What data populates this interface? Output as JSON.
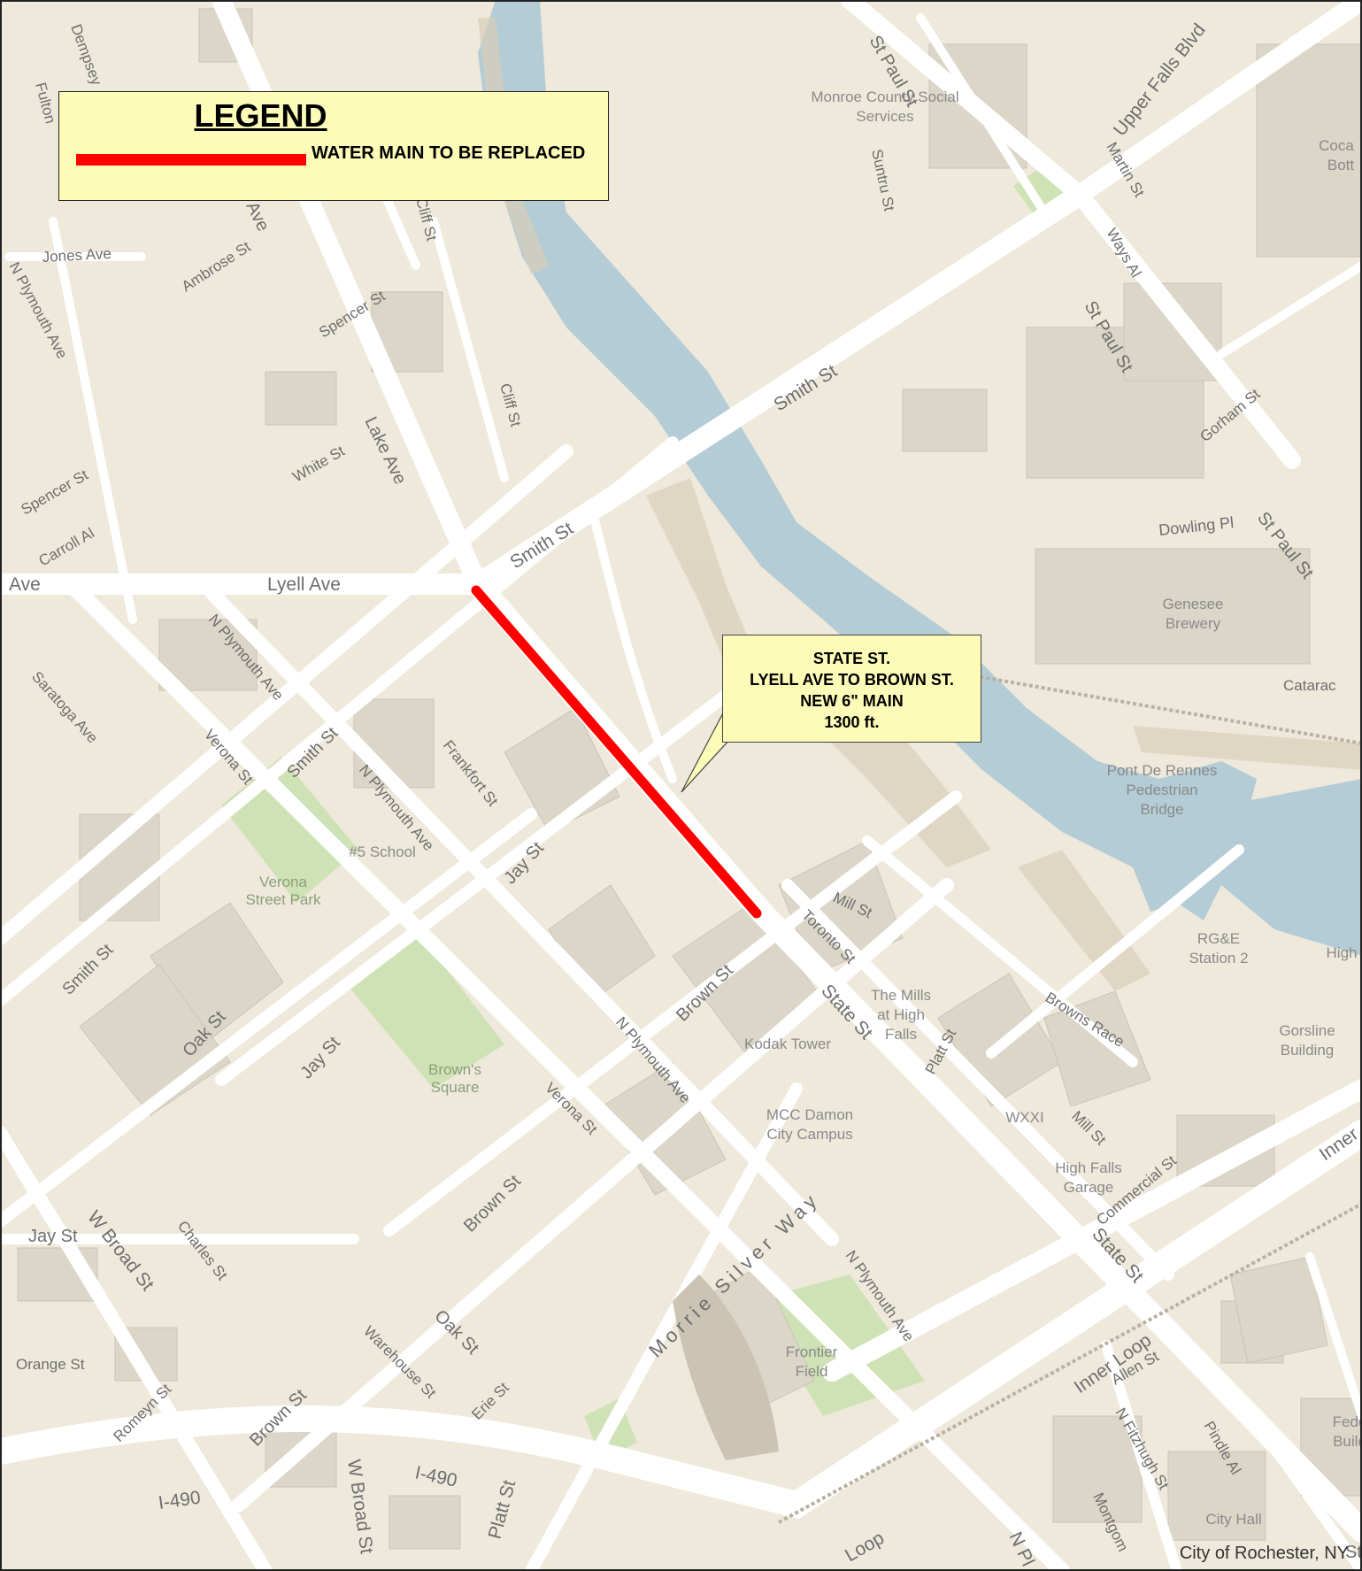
{
  "legend": {
    "title": "LEGEND",
    "item_label": "WATER MAIN TO BE REPLACED",
    "line_color": "#ff0000"
  },
  "callout": {
    "line1": "STATE ST.",
    "line2": "LYELL AVE TO BROWN ST.",
    "line3": "NEW 6\" MAIN",
    "line4": "1300 ft."
  },
  "credit": "City of Rochester, NY",
  "colors": {
    "land": "#efe9dc",
    "road": "#ffffff",
    "water": "#b3ccd6",
    "park": "#cfe2b6",
    "building": "#dcd6c9",
    "highlight": "#ff0000",
    "label_box": "#fdfbb8"
  },
  "streets": {
    "lyell": "Lyell Ave",
    "ave": "Ave",
    "smith1": "Smith St",
    "smith2": "Smith St",
    "smith3": "Smith St",
    "smith4": "Smith St",
    "lake": "Lake Ave",
    "lake2": "Ave",
    "upperfalls": "Upper Falls Blvd",
    "stpaul1": "St Paul St",
    "stpaul2": "St Paul St",
    "stpaul3": "St Paul St",
    "martin": "Martin St",
    "ways": "Ways Al",
    "gorham": "Gorham St",
    "dowling": "Dowling Pl",
    "suntru": "Suntru St",
    "cliff": "Cliff St",
    "cliff2": "Cliff St",
    "white": "White St",
    "spencer1": "Spencer St",
    "spencer2": "Spencer St",
    "ambrose": "Ambrose St",
    "jones": "Jones Ave",
    "nplymouth_top": "N Plymouth Ave",
    "nplymouth1": "N Plymouth Ave",
    "nplymouth2": "N Plymouth Ave",
    "nplymouth3": "N Plymouth Ave",
    "nplymouth4": "N Plymouth Ave",
    "carroll": "Carroll Al",
    "saratoga": "Saratoga Ave",
    "verona1": "Verona St",
    "verona2": "Verona St",
    "frankfort": "Frankfort St",
    "jay1": "Jay St",
    "jay2": "Jay St",
    "jay3": "Jay St",
    "oak1": "Oak St",
    "oak2": "Oak St",
    "brown1": "Brown St",
    "brown2": "Brown St",
    "brown3": "Brown St",
    "wbroad1": "W Broad St",
    "wbroad2": "W Broad St",
    "charles": "Charles St",
    "orange": "Orange St",
    "romeyn": "Romeyn St",
    "warehouse": "Warehouse St",
    "erie": "Erie St",
    "i490a": "I-490",
    "i490b": "I-490",
    "platt1": "Platt St",
    "platt2": "Platt St",
    "morrie": "Morrie Silver Way",
    "state1": "State St",
    "state2": "State St",
    "mill1": "Mill St",
    "mill2": "Mill St",
    "toronto": "Toronto St",
    "browns_race": "Browns Race",
    "commercial": "Commercial St",
    "innerloop1": "Inner Loop",
    "innerloop2": "Inner",
    "innerloop3": "Loop",
    "allen": "Allen St",
    "nfitzhugh": "N Fitzhugh St",
    "pindle": "Pindle Al",
    "montgom": "Montgom",
    "n_pl": "N Pl",
    "catarac": "Catarac",
    "st_top": "St",
    "fulton": "Fulton",
    "dempsey": "Dempsey"
  },
  "places": {
    "monroe1": "Monroe County Social",
    "monroe2": "Services",
    "cocacola1": "Coca",
    "cocacola2": "Bott",
    "genesee1": "Genesee",
    "genesee2": "Brewery",
    "pont1": "Pont De Rennes",
    "pont2": "Pedestrian",
    "pont3": "Bridge",
    "rge1": "RG&E",
    "rge2": "Station 2",
    "high": "High",
    "gorsline1": "Gorsline",
    "gorsline2": "Building",
    "mills1": "The Mills",
    "mills2": "at High",
    "mills3": "Falls",
    "kodak": "Kodak Tower",
    "mcc1": "MCC Damon",
    "mcc2": "City Campus",
    "wxxi": "WXXI",
    "hfgarage1": "High Falls",
    "hfgarage2": "Garage",
    "school5": "#5 School",
    "verona_park1": "Verona",
    "verona_park2": "Street Park",
    "browns_sq1": "Brown's",
    "browns_sq2": "Square",
    "frontier1": "Frontier",
    "frontier2": "Field",
    "cityhall": "City Hall",
    "fed1": "Fede",
    "fed2": "Build"
  }
}
